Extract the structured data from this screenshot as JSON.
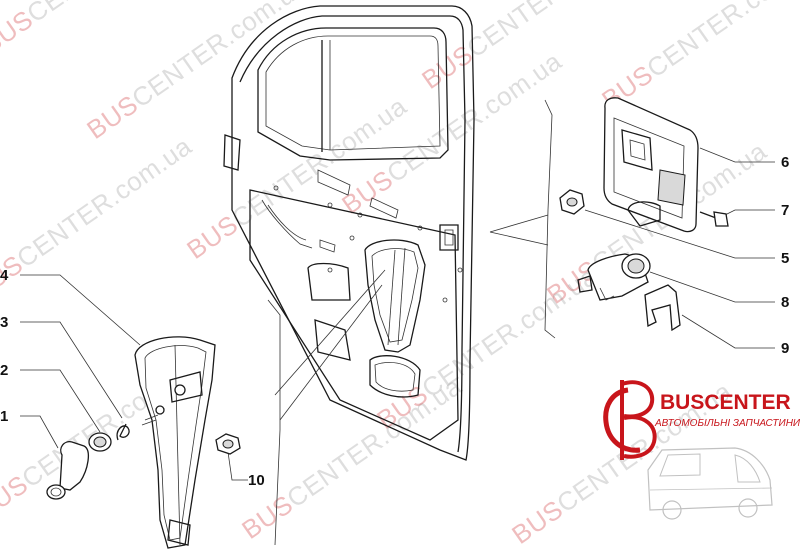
{
  "callouts": {
    "c1": "1",
    "c2": "2",
    "c3": "3",
    "c4": "4",
    "c5": "5",
    "c6": "6",
    "c7": "7",
    "c8": "8",
    "c9": "9",
    "c10": "10"
  },
  "watermark": {
    "prefix": "BUS",
    "suffix": "CENTER",
    "domain": ".com.ua"
  },
  "logo": {
    "name": "BUSCENTER",
    "tagline": "АВТОМОБІЛЬНІ ЗАПЧАСТИНИ"
  },
  "colors": {
    "brand": "#c8151b",
    "line": "#1a1a1a"
  }
}
